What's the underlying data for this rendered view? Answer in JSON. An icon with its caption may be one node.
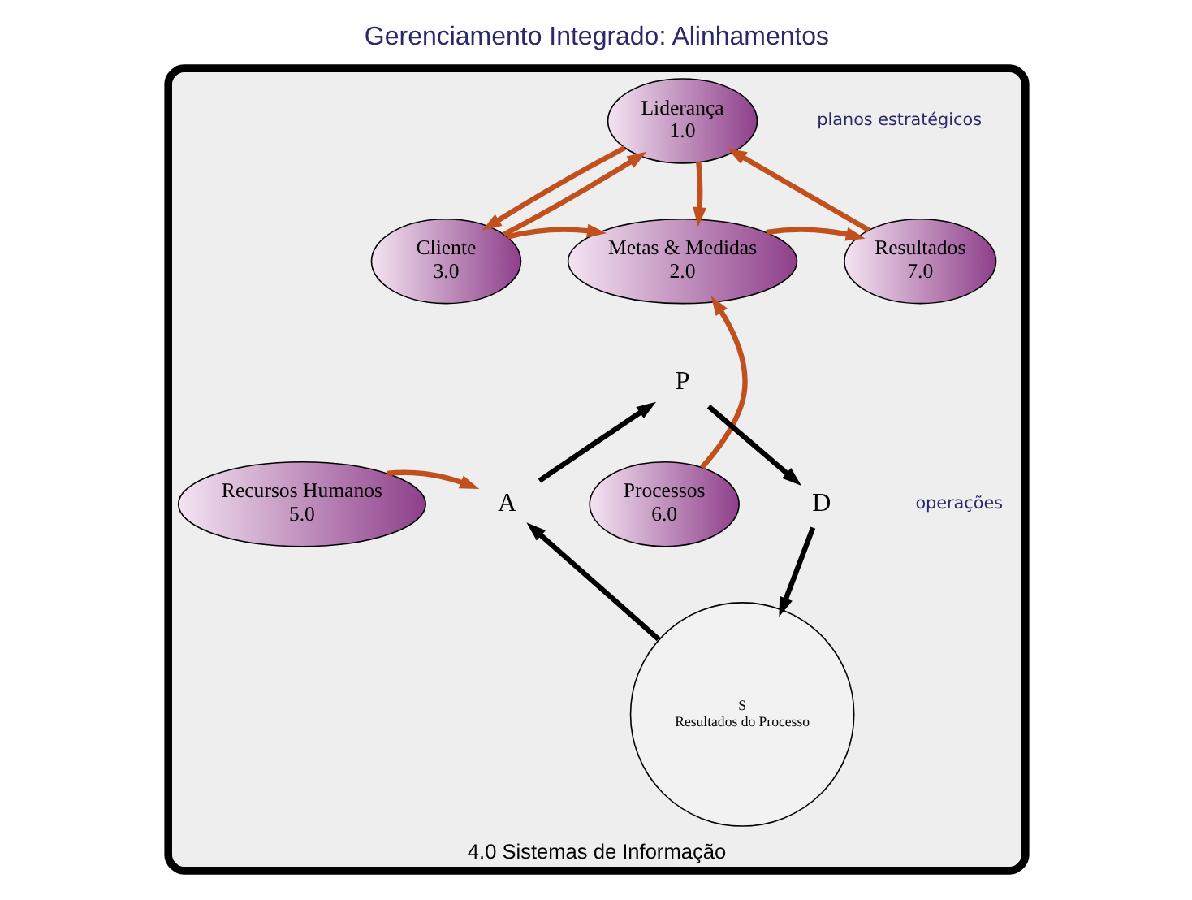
{
  "diagram": {
    "title": "Gerenciamento Integrado: Alinhamentos",
    "nodes": [
      {
        "text": [
          "4.0 Sistemas de Informação"
        ]
      },
      {
        "text": [
          "Liderança",
          "1.0"
        ],
        "in": 0
      },
      {
        "text": [
          "Cliente",
          "3.0"
        ],
        "in": 0
      },
      {
        "text": [
          "Metas & Medidas",
          "2.0"
        ],
        "in": 0
      },
      {
        "text": [
          "Resultados",
          "7.0"
        ],
        "in": 0
      },
      {
        "text": [
          "Processos",
          "6.0"
        ],
        "in": 0
      },
      {
        "text": [
          "Recursos Humanos",
          "5.0"
        ],
        "in": 0
      },
      {
        "text": [
          "P"
        ],
        "in": 0
      },
      {
        "text": [
          "A"
        ],
        "in": 0
      },
      {
        "text": [
          "D"
        ],
        "in": 0
      },
      {
        "text": [
          "S",
          "Resultados do Processo"
        ],
        "in": 0
      }
    ],
    "edges": [
      {
        "from": 1,
        "to": 2,
        "arrow": "to"
      },
      {
        "from": 2,
        "to": 1,
        "arrow": "to"
      },
      {
        "from": 1,
        "to": 3,
        "arrow": "to"
      },
      {
        "from": 2,
        "to": 3,
        "arrow": "to"
      },
      {
        "from": 3,
        "to": 4,
        "arrow": "to"
      },
      {
        "from": 4,
        "to": 1,
        "arrow": "to"
      },
      {
        "from": 5,
        "to": 3,
        "arrow": "to"
      },
      {
        "from": 6,
        "to": 8,
        "arrow": "to"
      },
      {
        "from": 8,
        "to": 7,
        "arrow": "to",
        "color": "#000000"
      },
      {
        "from": 7,
        "to": 9,
        "arrow": "to",
        "color": "#000000"
      },
      {
        "from": 9,
        "to": 10,
        "arrow": "to",
        "color": "#000000"
      },
      {
        "from": 10,
        "to": 8,
        "arrow": "to",
        "color": "#000000"
      }
    ],
    "labels": [
      "planos estratégicos",
      "operações"
    ]
  }
}
